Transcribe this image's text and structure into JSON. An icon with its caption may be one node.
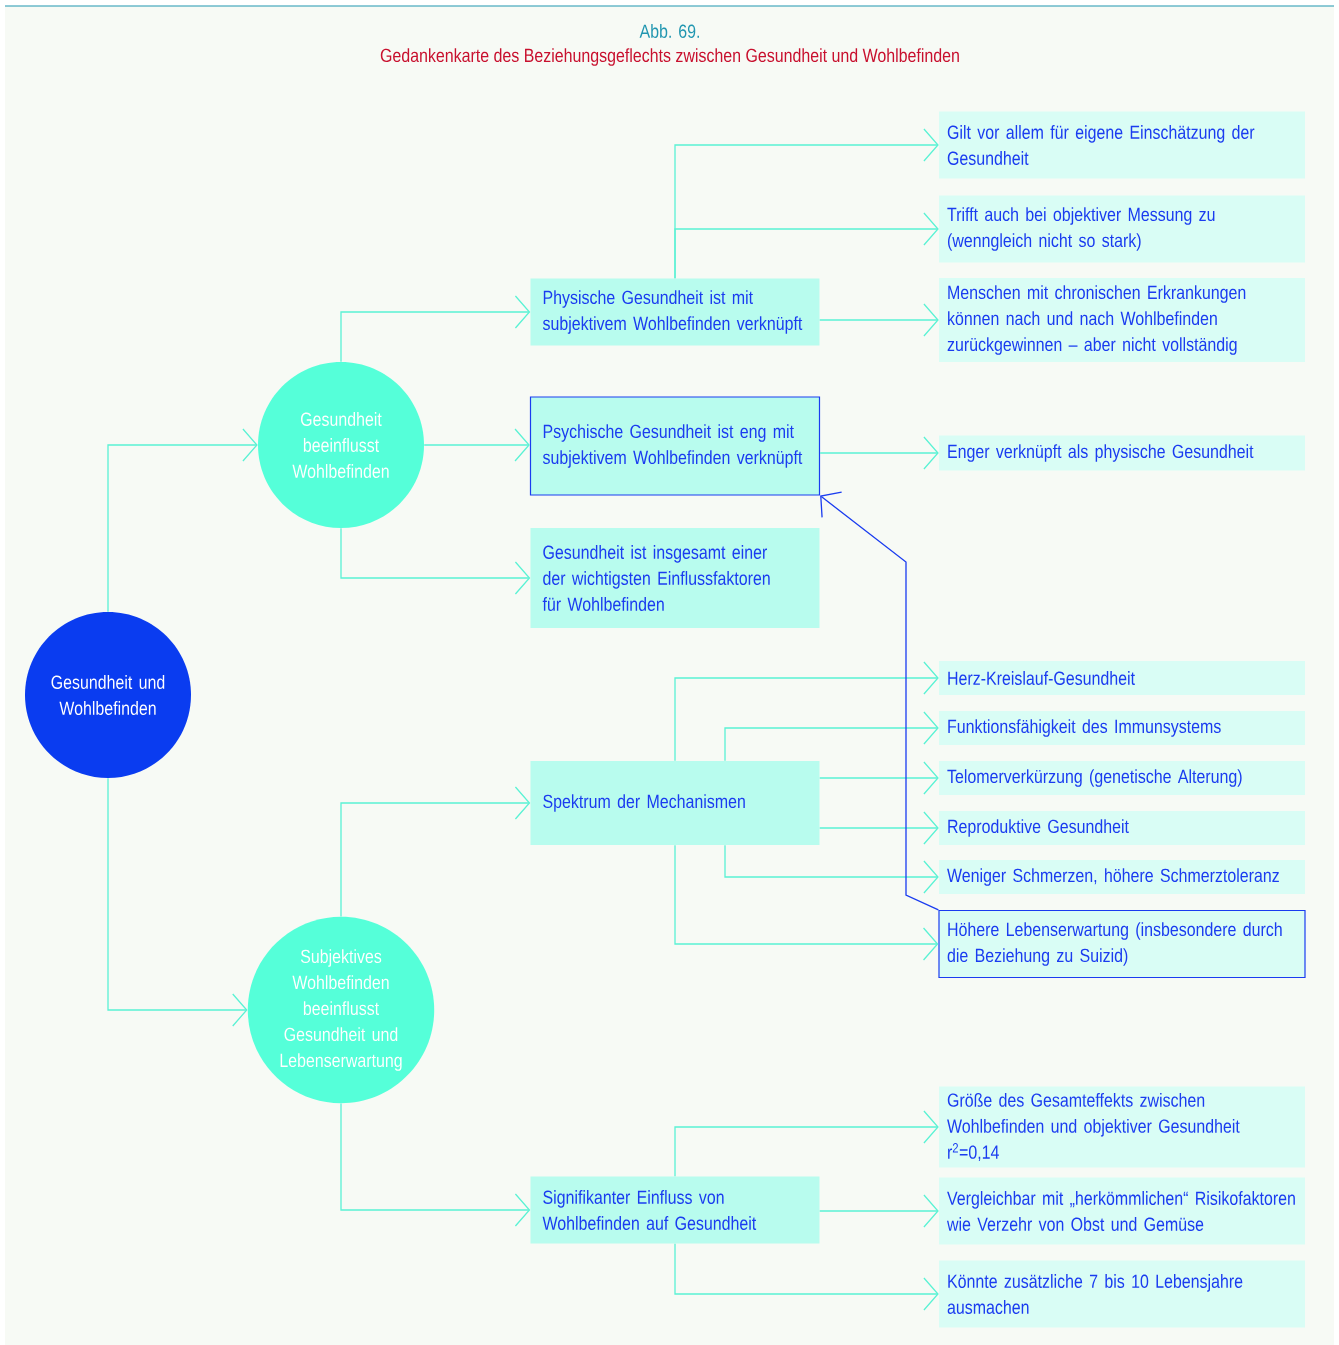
{
  "diagram": {
    "title": "Gedankenkarte des Beziehungsgeflechts zwischen Gesundheit und Wohlbefinden",
    "labels": [
      "Abb. 69."
    ],
    "nodes": [
      {
        "text": [
          "Gesundheit und Wohlbefinden"
        ]
      },
      {
        "text": [
          "Gesundheit beeinflusst Wohlbefinden"
        ]
      },
      {
        "text": [
          "Subjektives Wohlbefinden beeinflusst Gesundheit und Lebenserwartung"
        ]
      },
      {
        "text": [
          "Physische Gesundheit ist mit subjektivem Wohlbefinden verknüpft"
        ]
      },
      {
        "text": [
          "Psychische Gesundheit ist eng mit subjektivem Wohlbefinden verknüpft"
        ]
      },
      {
        "text": [
          "Gesundheit ist insgesamt einer der wichtigsten Einflussfaktoren für Wohlbefinden"
        ]
      },
      {
        "text": [
          "Spektrum der Mechanismen"
        ]
      },
      {
        "text": [
          "Signifikanter Einfluss von Wohlbefinden auf Gesundheit"
        ]
      },
      {
        "text": [
          "Gilt vor allem für eigene Einschätzung der Gesundheit"
        ]
      },
      {
        "text": [
          "Trifft auch bei objektiver Messung zu (wenngleich nicht so stark)"
        ]
      },
      {
        "text": [
          "Menschen mit chronischen Erkrankungen können nach und nach Wohlbefinden zurückgewinnen – aber nicht vollständig"
        ]
      },
      {
        "text": [
          "Enger verknüpft als physische Gesundheit"
        ]
      },
      {
        "text": [
          "Herz-Kreislauf-Gesundheit"
        ]
      },
      {
        "text": [
          "Funktionsfähigkeit des Immunsystems"
        ]
      },
      {
        "text": [
          "Telomerverkürzung (genetische Alterung)"
        ]
      },
      {
        "text": [
          "Reproduktive Gesundheit"
        ]
      },
      {
        "text": [
          "Weniger Schmerzen, höhere Schmerztoleranz"
        ]
      },
      {
        "text": [
          "Höhere Lebenserwartung (insbesondere durch die Beziehung zu Suizid)"
        ]
      },
      {
        "text": [
          "Größe des Gesamteffekts zwischen Wohlbefinden und objektiver Gesundheit r$^{2}$=0,14"
        ]
      },
      {
        "text": [
          "Vergleichbar mit „herkömmlichen“ Risikofaktoren wie Verzehr von Obst und Gemüse"
        ]
      },
      {
        "text": [
          "Könnte zusätzliche 7 bis 10 Lebensjahre ausmachen"
        ]
      }
    ],
    "edges": [
      {
        "from": 0,
        "to": 1,
        "arrow": "to"
      },
      {
        "from": 0,
        "to": 2,
        "arrow": "to"
      },
      {
        "from": 1,
        "to": 3,
        "arrow": "to"
      },
      {
        "from": 1,
        "to": 4,
        "arrow": "to"
      },
      {
        "from": 1,
        "to": 5,
        "arrow": "to"
      },
      {
        "from": 3,
        "to": 8,
        "arrow": "to"
      },
      {
        "from": 3,
        "to": 9,
        "arrow": "to"
      },
      {
        "from": 3,
        "to": 10,
        "arrow": "to"
      },
      {
        "from": 4,
        "to": 11,
        "arrow": "to"
      },
      {
        "from": 2,
        "to": 6,
        "arrow": "to"
      },
      {
        "from": 2,
        "to": 7,
        "arrow": "to"
      },
      {
        "from": 6,
        "to": 12,
        "arrow": "to"
      },
      {
        "from": 6,
        "to": 13,
        "arrow": "to"
      },
      {
        "from": 6,
        "to": 14,
        "arrow": "to"
      },
      {
        "from": 6,
        "to": 15,
        "arrow": "to"
      },
      {
        "from": 6,
        "to": 16,
        "arrow": "to"
      },
      {
        "from": 6,
        "to": 17,
        "arrow": "to"
      },
      {
        "from": 7,
        "to": 18,
        "arrow": "to"
      },
      {
        "from": 7,
        "to": 19,
        "arrow": "to"
      },
      {
        "from": 7,
        "to": 20,
        "arrow": "to"
      },
      {
        "from": 17,
        "to": 4,
        "arrow": "to",
        "color": "#1a3cf0"
      }
    ]
  }
}
